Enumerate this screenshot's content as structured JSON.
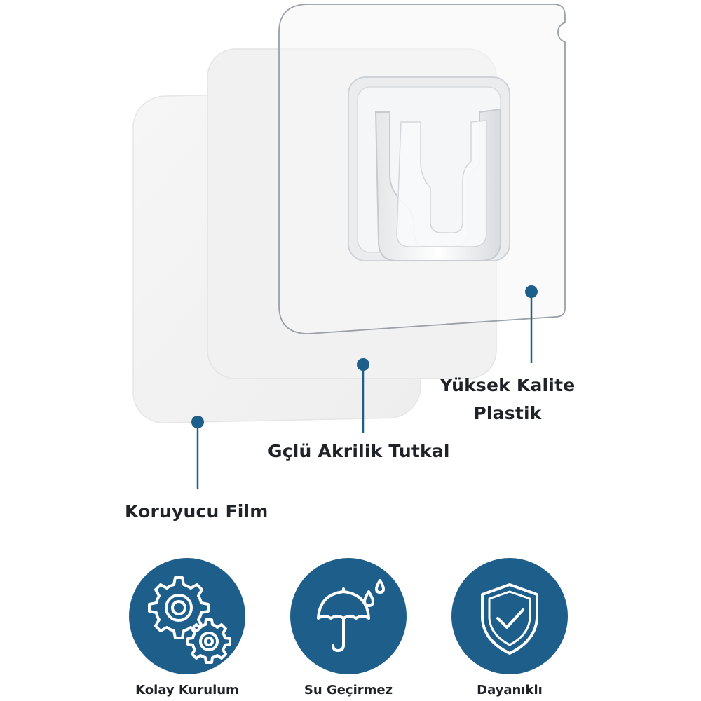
{
  "callouts": {
    "plastic_line1": "Yüksek Kalite",
    "plastic_line2": "Plastik",
    "adhesive": "Gçlü Akrilik Tutkal",
    "film": "Koruyucu Film"
  },
  "features": [
    {
      "label": "Kolay Kurulum",
      "icon": "gears-icon"
    },
    {
      "label": "Su Geçirmez",
      "icon": "umbrella-rain-icon"
    },
    {
      "label": "Dayanıklı",
      "icon": "shield-check-icon"
    }
  ],
  "colors": {
    "accent": "#1d5f8a",
    "callout_line": "#1d5f8a",
    "text": "#1f2328",
    "layer_fill": "#f3f3f3"
  }
}
